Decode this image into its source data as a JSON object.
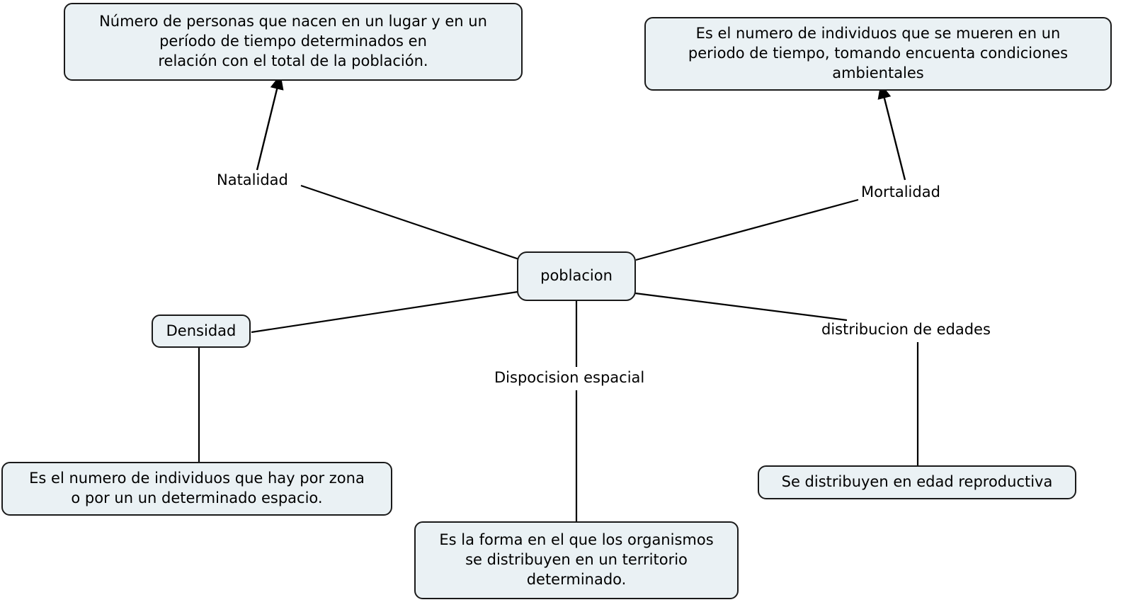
{
  "map": {
    "title": "poblacion",
    "central_node": {
      "id": "poblacion",
      "label": "poblacion"
    },
    "nodes": [
      {
        "id": "natalidad-def",
        "label": "Número de personas que nacen en un lugar y en un período de tiempo determinados en relación con el total de la población.",
        "line1": "Número de personas que nacen en un lugar y en un",
        "line2": "período de tiempo determinados en",
        "line3": "relación con el total de la población."
      },
      {
        "id": "mortalidad-def",
        "label": "Es el numero de individuos que se mueren en un periodo de tiempo, tomando encuenta condiciones ambientales",
        "line1": "Es el numero de individuos que se mueren en un",
        "line2": "periodo de tiempo, tomando encuenta condiciones",
        "line3": "ambientales"
      },
      {
        "id": "densidad",
        "label": "Densidad"
      },
      {
        "id": "densidad-def",
        "label": "Es el numero de individuos que hay por zona o por un un determinado espacio.",
        "line1": "Es el numero de individuos que hay por zona",
        "line2": "o por un un determinado espacio."
      },
      {
        "id": "dispocision-def",
        "label": "Es la forma en el que los organismos se distribuyen en un territorio determinado.",
        "line1": "Es la forma en el que los organismos",
        "line2": "se distribuyen en un territorio",
        "line3": "determinado."
      },
      {
        "id": "edades-def",
        "label": "Se distribuyen en edad reproductiva"
      }
    ],
    "link_labels": [
      {
        "id": "natalidad",
        "label": "Natalidad"
      },
      {
        "id": "mortalidad",
        "label": "Mortalidad"
      },
      {
        "id": "dispocision-espacial",
        "label": "Dispocision espacial"
      },
      {
        "id": "distribucion-de-edades",
        "label": "distribucion de edades"
      }
    ],
    "colors": {
      "node_fill": "#eaf1f4",
      "node_border": "#1a1a1a",
      "connector": "#000000",
      "text": "#000000",
      "background": "#ffffff"
    }
  }
}
